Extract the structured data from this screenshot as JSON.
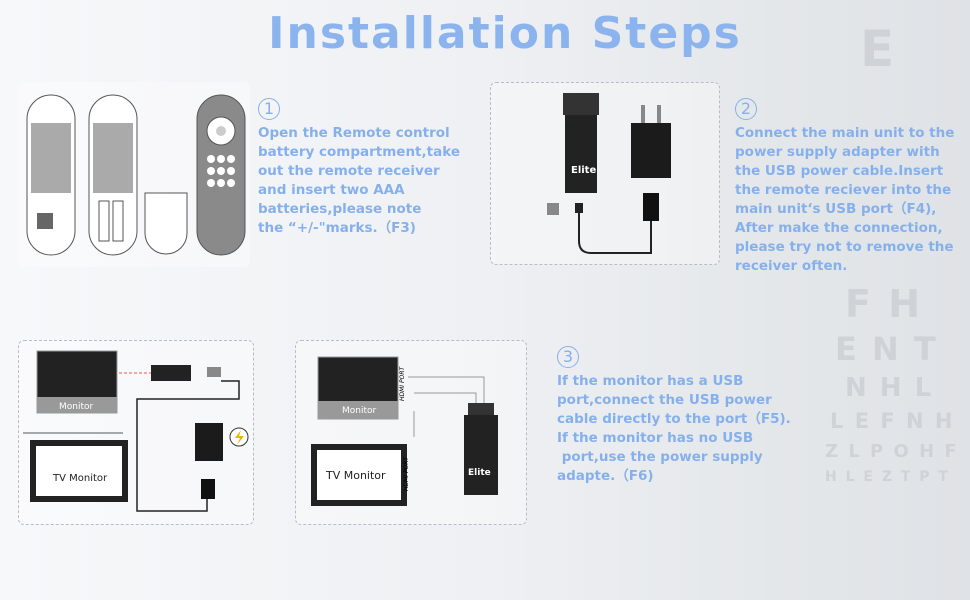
{
  "title": "Installation Steps",
  "steps": [
    {
      "number": "1",
      "lines": [
        "Open the Remote control",
        "battery compartment,take",
        "out the remote receiver",
        "and insert two AAA",
        "batteries,please note",
        "the “+/-\"marks.（F3)"
      ]
    },
    {
      "number": "2",
      "lines": [
        "Connect the main unit to the",
        "power supply adapter with",
        "the USB power cable.Insert",
        "the remote reciever into the",
        "main unit‘s USB port（F4),",
        "After make the connection,",
        "please try not to remove the",
        "receiver often."
      ]
    },
    {
      "number": "3",
      "lines": [
        "If the monitor has a USB",
        "port,connect the USB power",
        "cable directly to the port（F5).",
        "If the monitor has no USB",
        " port,use the power supply",
        "adapte.（F6)"
      ]
    }
  ],
  "labels": {
    "monitor": "Monitor",
    "tv_monitor": "TV Monitor",
    "hdmi_port": "HDMI PORT",
    "brand": "Elite"
  },
  "eye_chart": [
    "E",
    "F H",
    "E N T",
    "N H L",
    "L E F N H",
    "Z L P O H F",
    "H L E Z T P T"
  ]
}
